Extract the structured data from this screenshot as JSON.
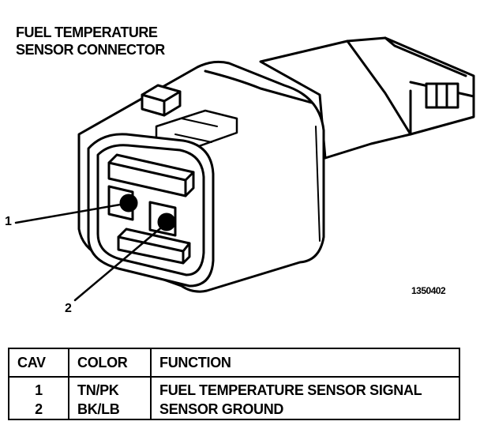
{
  "title": {
    "line1": "FUEL TEMPERATURE",
    "line2": "SENSOR CONNECTOR"
  },
  "figure_id": "1350402",
  "callouts": [
    "1",
    "2"
  ],
  "table": {
    "headers": [
      "CAV",
      "COLOR",
      "FUNCTION"
    ],
    "rows": [
      {
        "cav": "1",
        "color": "TN/PK",
        "function": "FUEL TEMPERATURE SENSOR SIGNAL"
      },
      {
        "cav": "2",
        "color": "BK/LB",
        "function": "SENSOR GROUND"
      }
    ]
  }
}
